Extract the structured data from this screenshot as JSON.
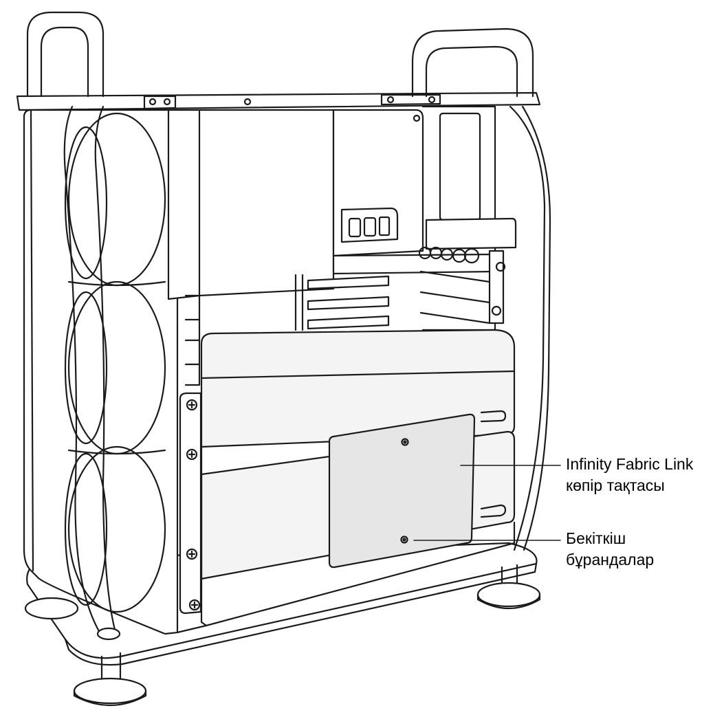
{
  "figure": {
    "stroke_color": "#1a1a1a",
    "panel_fill": "#f4f4f4",
    "bridge_board_fill": "#e6e6e6",
    "background": "#ffffff"
  },
  "callouts": [
    {
      "id": "infinity-fabric-link",
      "lines": [
        "Infinity Fabric Link",
        "көпір тақтасы"
      ]
    },
    {
      "id": "mounting-screws",
      "lines": [
        "Бекіткіш",
        "бұрандалар"
      ]
    }
  ]
}
